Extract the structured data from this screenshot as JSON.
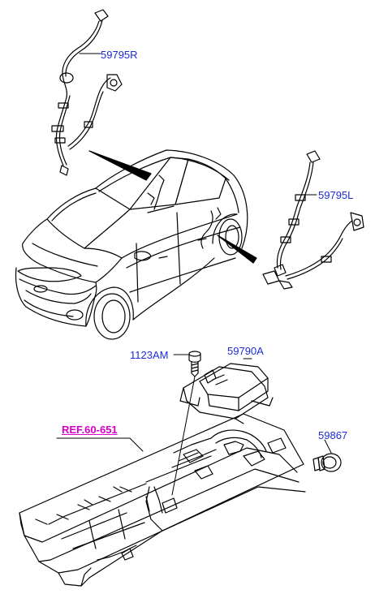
{
  "callouts": {
    "harness_right": "59795R",
    "harness_left": "59795L",
    "bolt": "1123AM",
    "control_unit": "59790A",
    "plug": "59867",
    "reference": "REF.60-651"
  },
  "colors": {
    "callout_text": "#1d2bd6",
    "reference_text": "#d400c8",
    "line_art": "#000000"
  }
}
